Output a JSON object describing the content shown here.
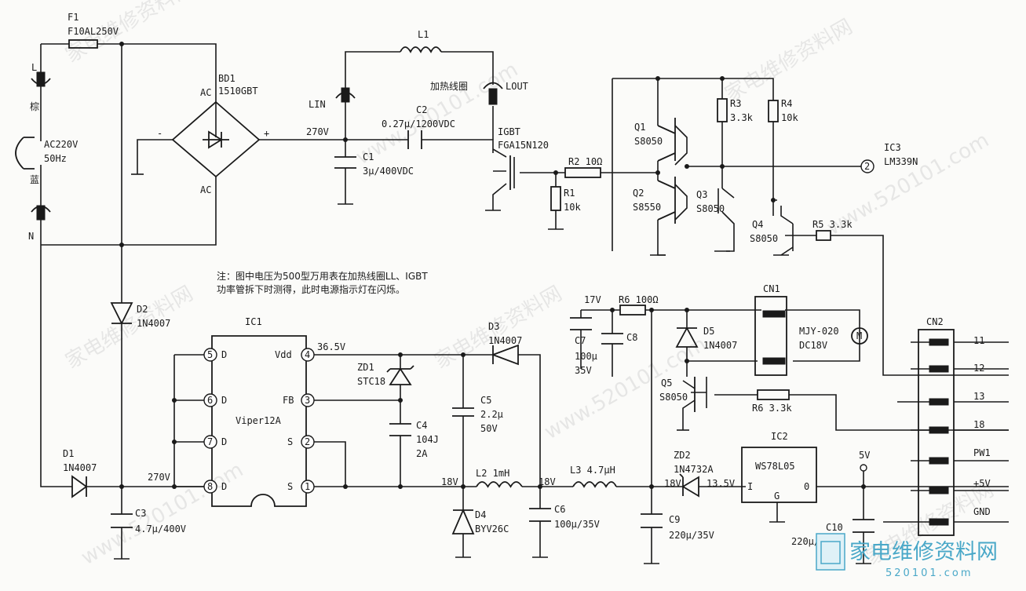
{
  "labels": {
    "F1": "F1",
    "F1_val": "F10AL250V",
    "L": "L",
    "brown": "棕",
    "ac220": "AC220V",
    "hz": "50Hz",
    "blue": "蓝",
    "N": "N",
    "BD1": "BD1",
    "BD1_val": "1510GBT",
    "AC1": "AC",
    "AC2": "AC",
    "minus": "-",
    "plus": "+",
    "LIN": "LIN",
    "v270": "270V",
    "C1": "C1",
    "C1_val": "3μ/400VDC",
    "L1": "L1",
    "C2": "C2",
    "C2_val": "0.27μ/1200VDC",
    "coil": "加热线圈",
    "LOUT": "LOUT",
    "IGBT": "IGBT",
    "IGBT_val": "FGA15N120",
    "R2": "R2 10Ω",
    "R1": "R1",
    "R1_val": "10k",
    "Q1": "Q1",
    "Q1_val": "S8050",
    "Q2": "Q2",
    "Q2_val": "S8550",
    "R3": "R3",
    "R3_val": "3.3k",
    "R4": "R4",
    "R4_val": "10k",
    "IC3": "IC3",
    "IC3_val": "LM339N",
    "IC3_pin": "2",
    "Q3": "Q3",
    "Q3_val": "S8050",
    "Q4": "Q4",
    "Q4_val": "S8050",
    "R5": "R5 3.3k",
    "note1": "注：图中电压为500型万用表在加热线圈LL、IGBT",
    "note2": "功率管拆下时测得，此时电源指示灯在闪烁。",
    "D2": "D2",
    "D2_val": "1N4007",
    "IC1": "IC1",
    "IC1_name": "Viper12A",
    "pin5": "5",
    "pin6": "6",
    "pin7": "7",
    "pin8": "8",
    "pin4": "4",
    "pin3": "3",
    "pin2": "2",
    "pin1": "1",
    "D_a": "D",
    "D_b": "D",
    "D_c": "D",
    "D_d": "D",
    "Vdd": "Vdd",
    "FB": "FB",
    "S_a": "S",
    "S_b": "S",
    "v365": "36.5V",
    "ZD1": "ZD1",
    "ZD1_val": "STC18",
    "C4": "C4",
    "C4_val1": "104J",
    "C4_val2": "2A",
    "D3": "D3",
    "D3_val": "1N4007",
    "C5": "C5",
    "C5_val1": "2.2μ",
    "C5_val2": "50V",
    "v17": "17V",
    "R6a": "R6 100Ω",
    "C7": "C7",
    "C7_val1": "100μ",
    "C7_val2": "35V",
    "C8": "C8",
    "D5": "D5",
    "D5_val": "1N4007",
    "CN1": "CN1",
    "motor": "MJY-020",
    "motor_v": "DC18V",
    "M": "M",
    "Q5": "Q5",
    "Q5_val": "S8050",
    "R6b": "R6 3.3k",
    "CN2": "CN2",
    "cn2_11": "11",
    "cn2_12": "12",
    "cn2_13": "13",
    "cn2_18": "18",
    "cn2_pw1": "PW1",
    "cn2_5v": "+5V",
    "cn2_gnd": "GND",
    "D1": "D1",
    "D1_val": "1N4007",
    "v270b": "270V",
    "C3": "C3",
    "C3_val": "4.7μ/400V",
    "v18a": "18V",
    "L2": "L2 1mH",
    "v18b": "18V",
    "L3": "L3 4.7μH",
    "D4": "D4",
    "D4_val": "BYV26C",
    "C6": "C6",
    "C6_val": "100μ/35V",
    "ZD2": "ZD2",
    "ZD2_val": "1N4732A",
    "v18c": "18V",
    "v135": "13.5V",
    "C9": "C9",
    "C9_val": "220μ/35V",
    "IC2": "IC2",
    "IC2_name": "WS78L05",
    "IC2_I": "I",
    "IC2_G": "G",
    "IC2_O": "0",
    "v5": "5V",
    "C10": "C10",
    "C10_val": "220μ/35V",
    "wm_logo": "家电维修资料网",
    "wm_url": "520101.com"
  },
  "watermarks": [
    "家电维修资料网",
    "www.520101.com"
  ]
}
